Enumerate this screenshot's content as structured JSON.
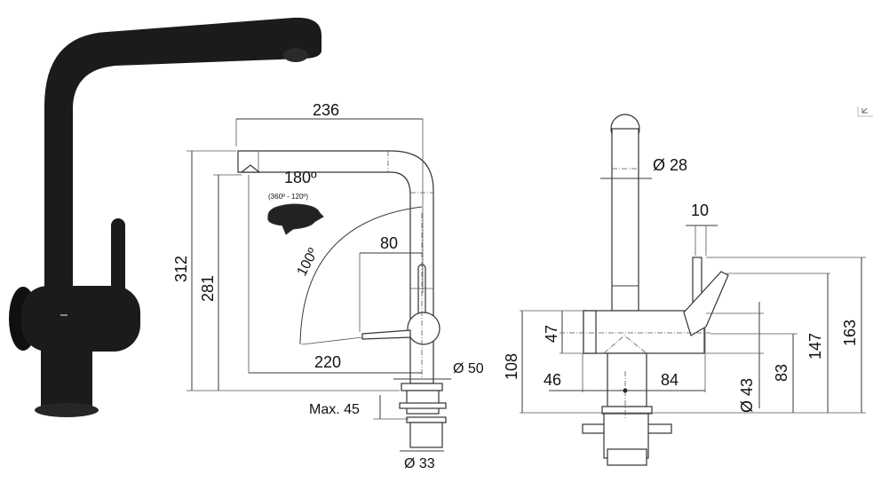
{
  "side_view": {
    "width_total": "236",
    "height_total": "312",
    "spout_height": "281",
    "swivel_angle": "180º",
    "swivel_range": "(360º - 120º)",
    "lever_angle": "100º",
    "lever_reach": "80",
    "spout_reach": "220",
    "base_diameter": "Ø 50",
    "max_deck_thickness": "Max. 45",
    "shank_diameter": "Ø 33"
  },
  "front_view": {
    "spout_diameter": "Ø 28",
    "lever_width": "10",
    "body_height_total": "108",
    "body_diameter_height": "47",
    "left_offset": "46",
    "right_offset": "84",
    "body_diameter": "Ø 43",
    "axis_height": "83",
    "lever_top_height": "147",
    "top_height": "163"
  },
  "colors": {
    "product": "#1a1a1a",
    "lines": "#3a3a3a"
  }
}
